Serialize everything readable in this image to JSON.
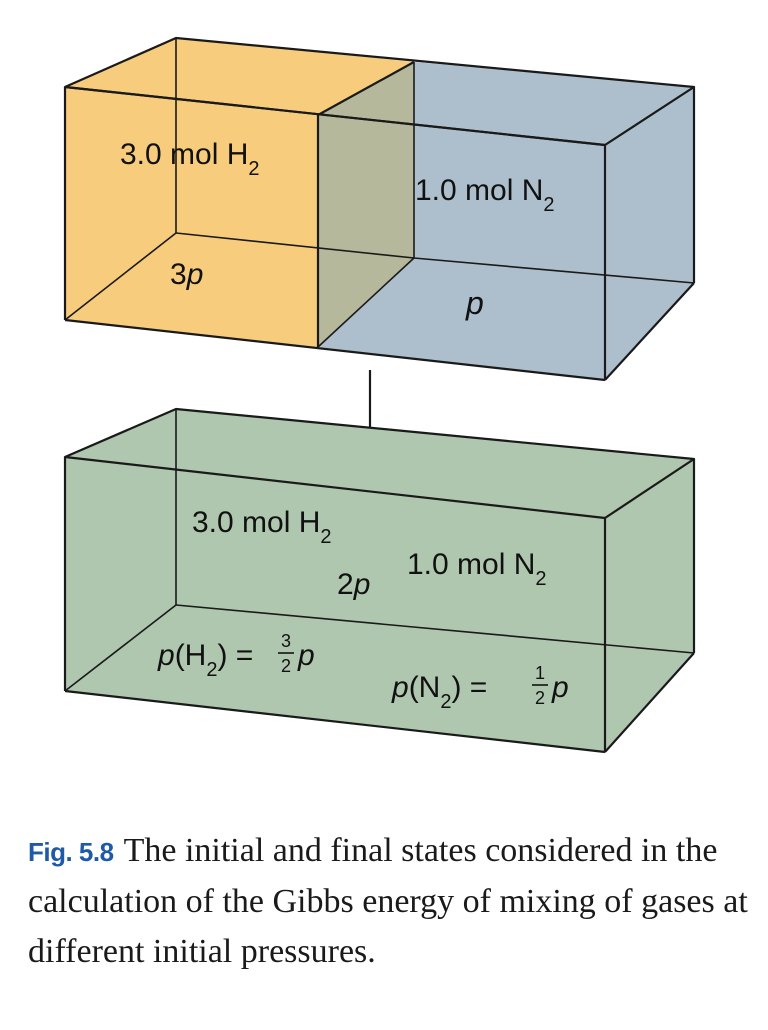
{
  "colors": {
    "hydrogen_box": "#f7cc7c",
    "nitrogen_box": "#adbfcc",
    "mixed_box": "#afc6af",
    "edges": "#1a1a1a",
    "caption_number": "#1e5aa8"
  },
  "initial_state": {
    "h2": {
      "amount_text": "3.0 mol H",
      "subscript": "2",
      "pressure_coeff": "3",
      "pressure_symbol": "p"
    },
    "n2": {
      "amount_text": "1.0 mol N",
      "subscript": "2",
      "pressure_symbol": "p"
    }
  },
  "final_state": {
    "h2_amount_text": "3.0 mol H",
    "h2_subscript": "2",
    "n2_amount_text": "1.0 mol N",
    "n2_subscript": "2",
    "total_pressure_coeff": "2",
    "total_pressure_symbol": "p",
    "partial_h2": {
      "prefix": "p",
      "open": "(H",
      "subscript": "2",
      "close": ") = ",
      "numerator": "3",
      "denominator": "2",
      "suffix": "p"
    },
    "partial_n2": {
      "prefix": "p",
      "open": "(N",
      "subscript": "2",
      "close": ") = ",
      "numerator": "1",
      "denominator": "2",
      "suffix": "p"
    }
  },
  "caption": {
    "figure_number": "Fig. 5.8",
    "text": "The initial and final states considered in the calculation of the Gibbs energy of mixing of gases at different initial pressures."
  }
}
